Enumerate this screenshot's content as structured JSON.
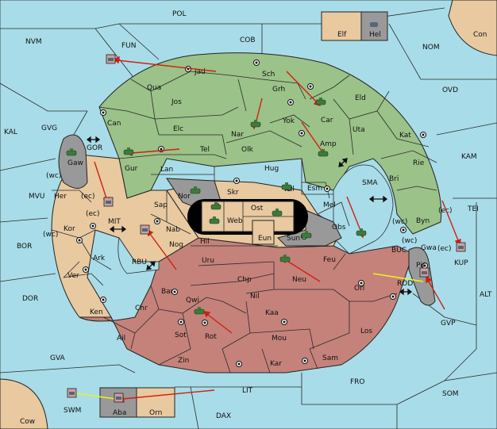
{
  "map": {
    "sea_labels": {
      "pol": "POL",
      "nvm": "NVM",
      "fun": "FUN",
      "cob": "COB",
      "nom": "NOM",
      "con": "Con",
      "ovd": "OVD",
      "kal": "KAL",
      "gvg": "GVG",
      "kam": "KAM",
      "gor": "GOR",
      "sma": "SMA",
      "mvu": "MVU",
      "mit": "MIT",
      "tei": "TEI",
      "bor": "BOR",
      "buc": "BUC",
      "kup": "KUP",
      "rbu": "RBU",
      "rod": "ROD",
      "alt": "ALT",
      "dor": "DOR",
      "gvp": "GVP",
      "gva": "GVA",
      "fro": "FRO",
      "lit": "LIT",
      "som": "SOM",
      "swm": "SWM",
      "dax": "DAX",
      "cow": "Cow",
      "elf": "Elf",
      "hel": "Hel"
    },
    "land_labels": {
      "jad": "Jad",
      "qua": "Qua",
      "sch": "Sch",
      "grh": "Grh",
      "jos": "Jos",
      "can": "Can",
      "elc": "Elc",
      "nar": "Nar",
      "yok": "Yok",
      "car": "Car",
      "eld": "Eld",
      "uta": "Uta",
      "kat": "Kat",
      "gaw": "Gaw",
      "gur": "Gur",
      "tel": "Tel",
      "olk": "Olk",
      "amp": "Amp",
      "rie": "Rie",
      "lan": "Lan",
      "hug": "Hug",
      "bri": "Bri",
      "her": "Her",
      "nor": "Nor",
      "skr": "Skr",
      "ost": "Ost",
      "wil": "Wil",
      "esm": "Esm",
      "sap": "Sap",
      "web": "Web",
      "mel": "Mel",
      "byn": "Byn",
      "kor": "Kor",
      "nab": "Nab",
      "eun": "Eun",
      "sun": "Sun",
      "obs": "Obs",
      "gwa": "Gwa",
      "hil": "Hil",
      "nog": "Nog",
      "ark": "Ark",
      "uru": "Uru",
      "feu": "Feu",
      "pir": "Pir",
      "ver": "Ver",
      "chp": "Chp",
      "neu": "Neu",
      "orl": "Orl",
      "bar": "Bar",
      "qwi": "Qwi",
      "nil": "Nil",
      "chr": "Chr",
      "ken": "Ken",
      "kaa": "Kaa",
      "ail": "Ail",
      "sot": "Sot",
      "rot": "Rot",
      "mou": "Mou",
      "los": "Los",
      "zin": "Zin",
      "sam": "Sam",
      "kar": "Kar",
      "aba": "Aba",
      "orn": "Orn"
    },
    "coast_labels": {
      "wc": "(wc)",
      "ec": "(ec)"
    },
    "colors": {
      "sea": "#a8dce8",
      "green": "#9bc288",
      "tan": "#e8c9a0",
      "red": "#c4827a",
      "gray": "#999999",
      "black": "#000000",
      "order_arrow": "#d02010",
      "support_line": "#f0f020"
    }
  }
}
